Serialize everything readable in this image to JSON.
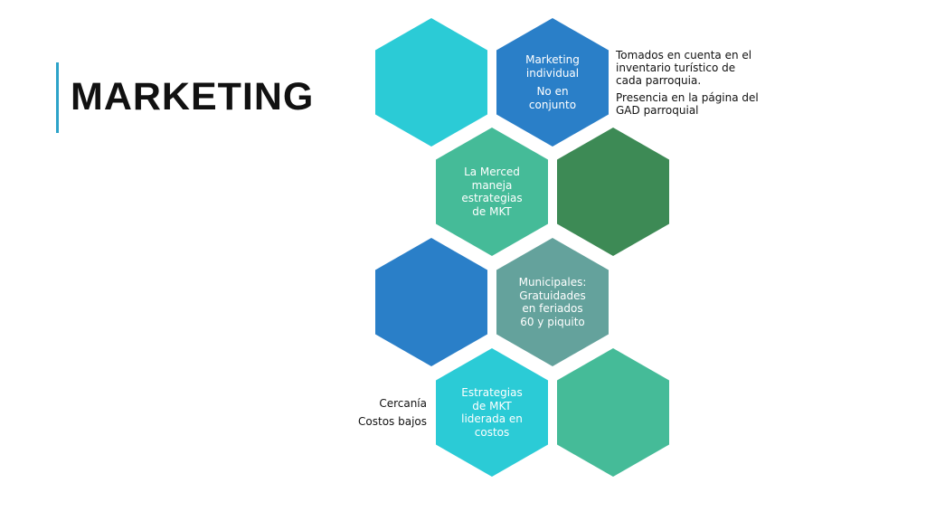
{
  "title": "MARKETING",
  "colors": {
    "accent": "#2ca3c9",
    "cyan": "#2bcbd6",
    "blue": "#2a7fc8",
    "teal": "#45bb98",
    "green": "#3d8a55",
    "slate_teal": "#64a29c"
  },
  "hexagons": [
    {
      "color": "#2bcbd6",
      "lines": []
    },
    {
      "color": "#2a7fc8",
      "lines": [
        "Marketing individual",
        "No en conjunto"
      ]
    },
    {
      "color": "#45bb98",
      "lines": [
        "La Merced maneja estrategias de MKT"
      ]
    },
    {
      "color": "#3d8a55",
      "lines": []
    },
    {
      "color": "#2a7fc8",
      "lines": []
    },
    {
      "color": "#64a29c",
      "lines": [
        "Municipales: Gratuidades en feriados 60 y piquito"
      ]
    },
    {
      "color": "#2bcbd6",
      "lines": [
        "Estrategias de MKT liderada en costos"
      ]
    },
    {
      "color": "#45bb98",
      "lines": []
    }
  ],
  "notes": {
    "right": [
      "Tomados en cuenta en el inventario turístico de cada parroquia.",
      "Presencia en la página del GAD parroquial"
    ],
    "left": [
      "Cercanía",
      "Costos bajos"
    ]
  }
}
